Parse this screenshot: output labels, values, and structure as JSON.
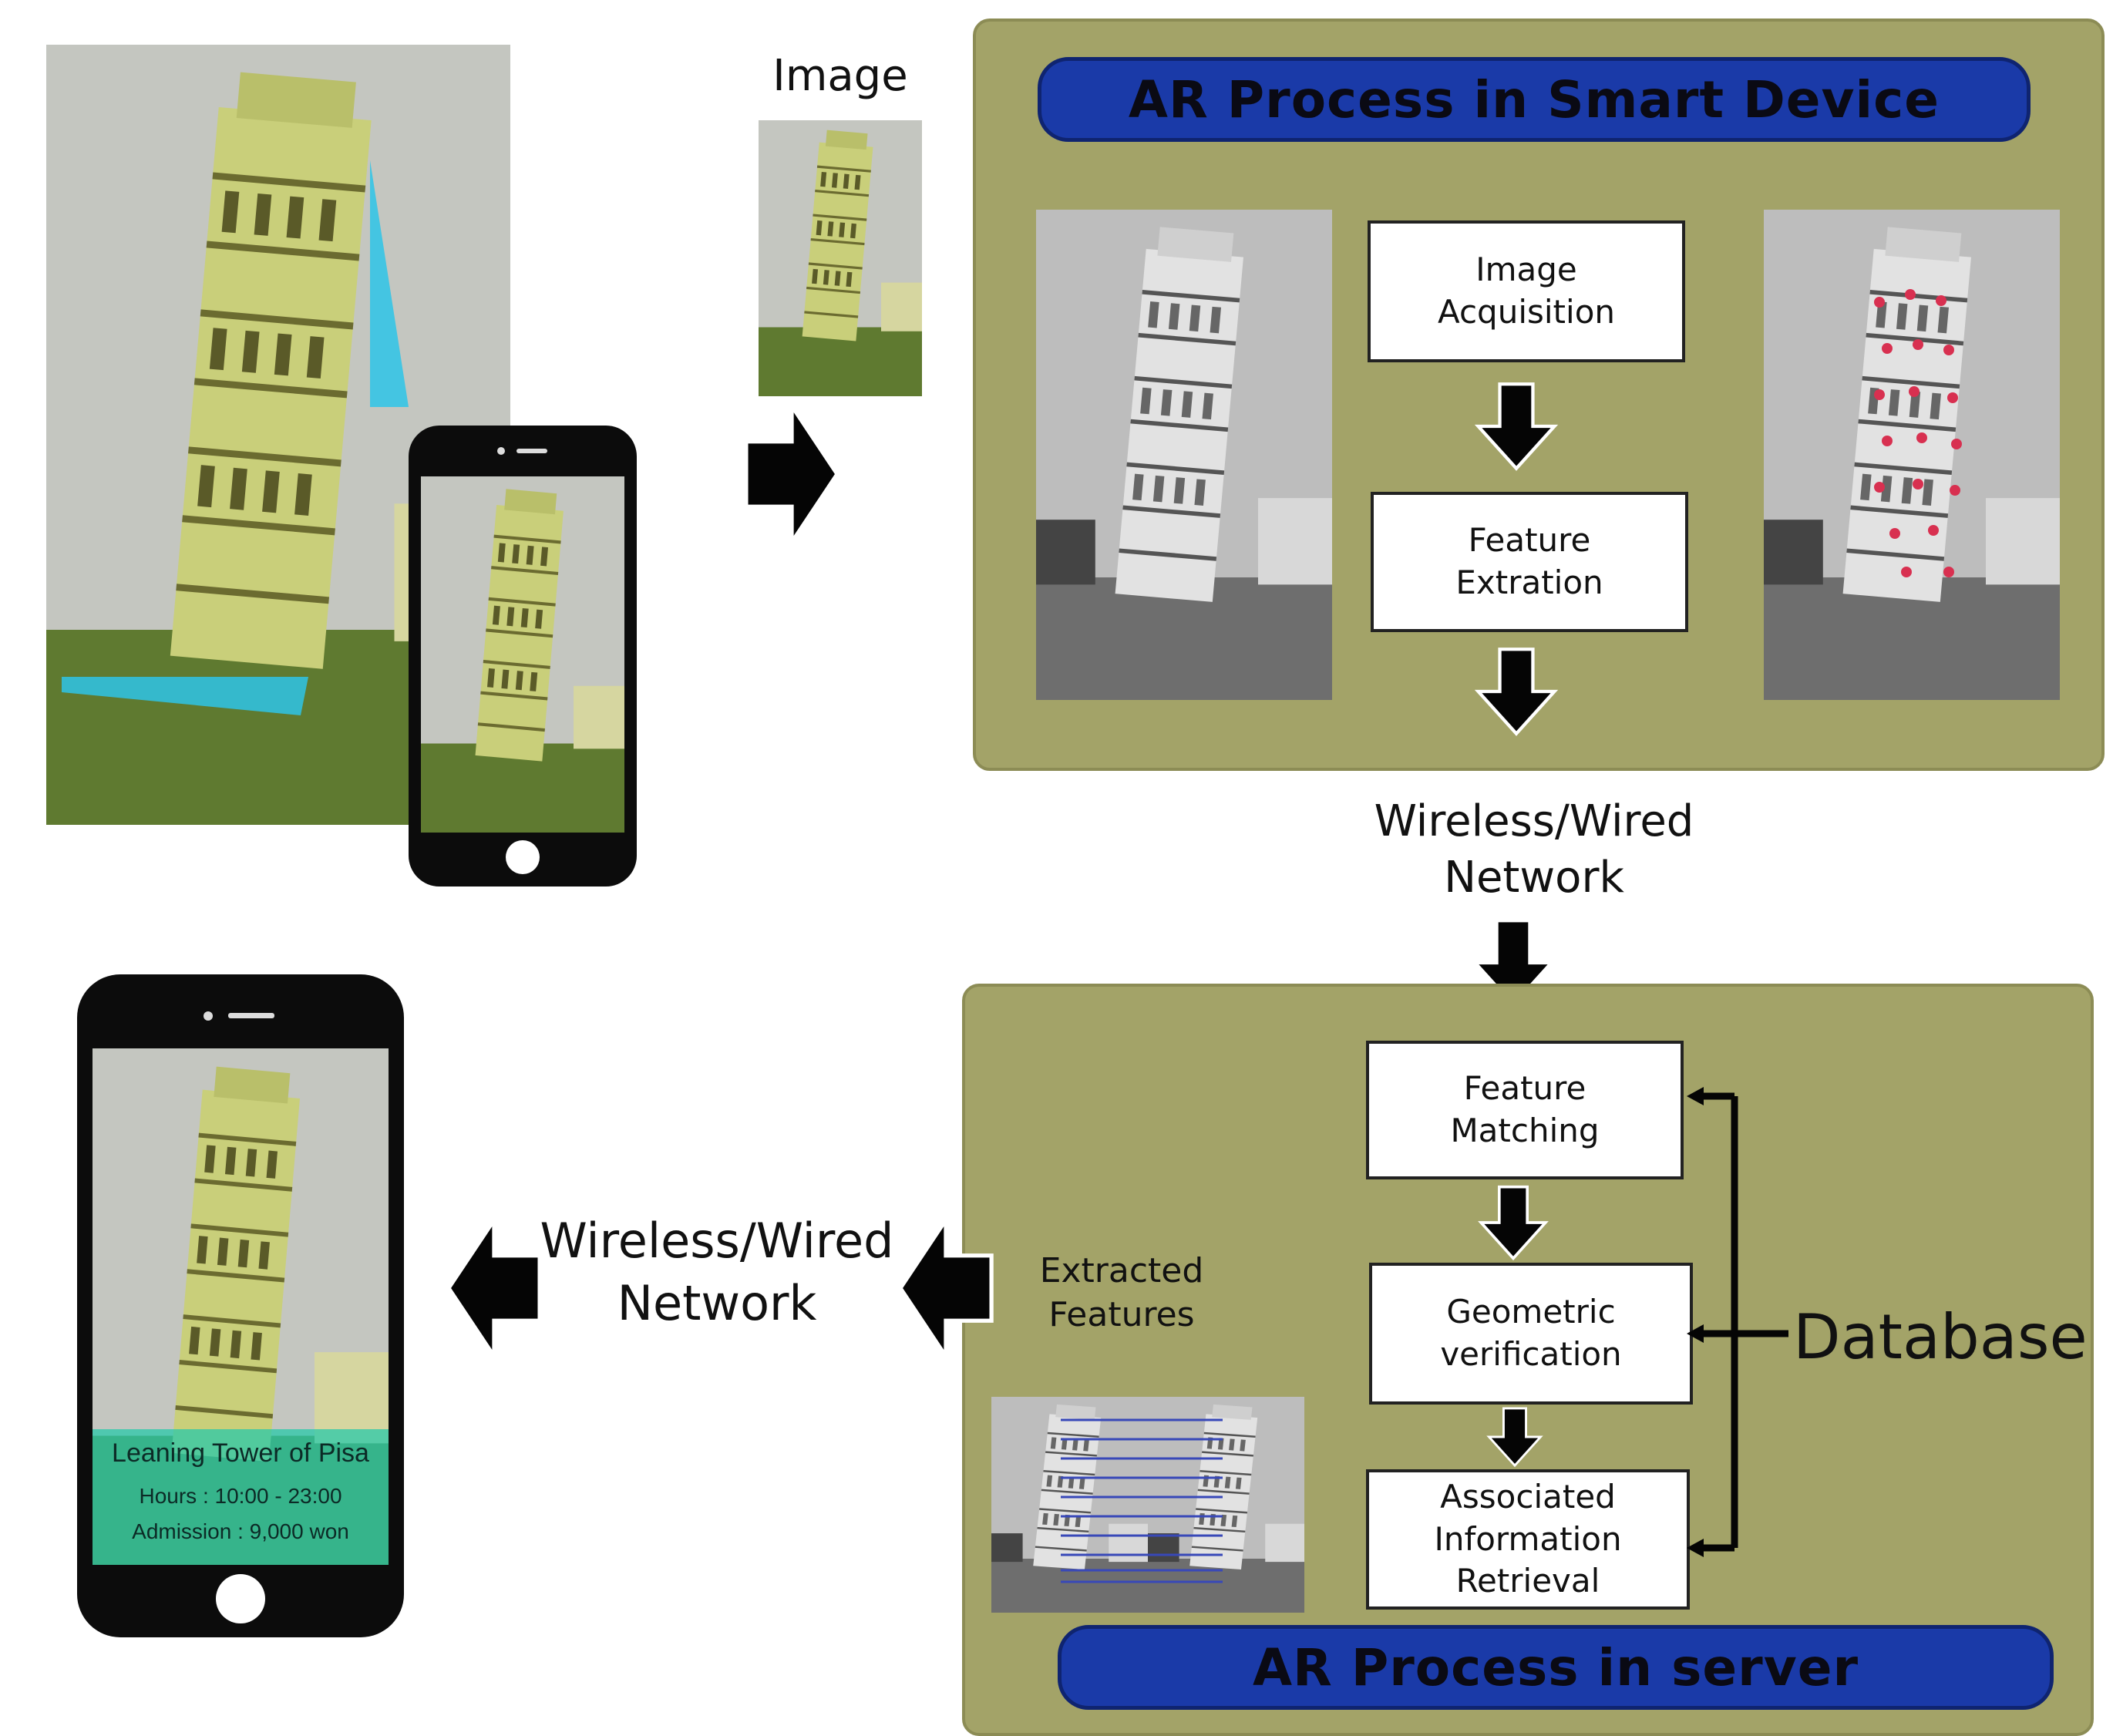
{
  "labels": {
    "image": "Image",
    "network_top": "Wireless/Wired\nNetwork",
    "network_left": "Wireless/Wired\nNetwork",
    "extracted_features": "Extracted\nFeatures",
    "database": "Database"
  },
  "device_panel": {
    "title": "AR Process in Smart Device",
    "steps": [
      "Image\nAcquisition",
      "Feature\nExtration"
    ]
  },
  "server_panel": {
    "title": "AR Process in server",
    "steps": [
      "Feature\nMatching",
      "Geometric\nverification",
      "Associated\nInformation\nRetrieval"
    ]
  },
  "phone_overlay": {
    "title": "Leaning Tower of Pisa",
    "hours": "Hours : 10:00 - 23:00",
    "admission": "Admission : 9,000 won"
  },
  "colors": {
    "panel": "#a3a368",
    "banner": "#1a3aa8",
    "tower": "#c9cf7a",
    "grass": "#6b7a3a",
    "overlay": "#28c8aa"
  }
}
